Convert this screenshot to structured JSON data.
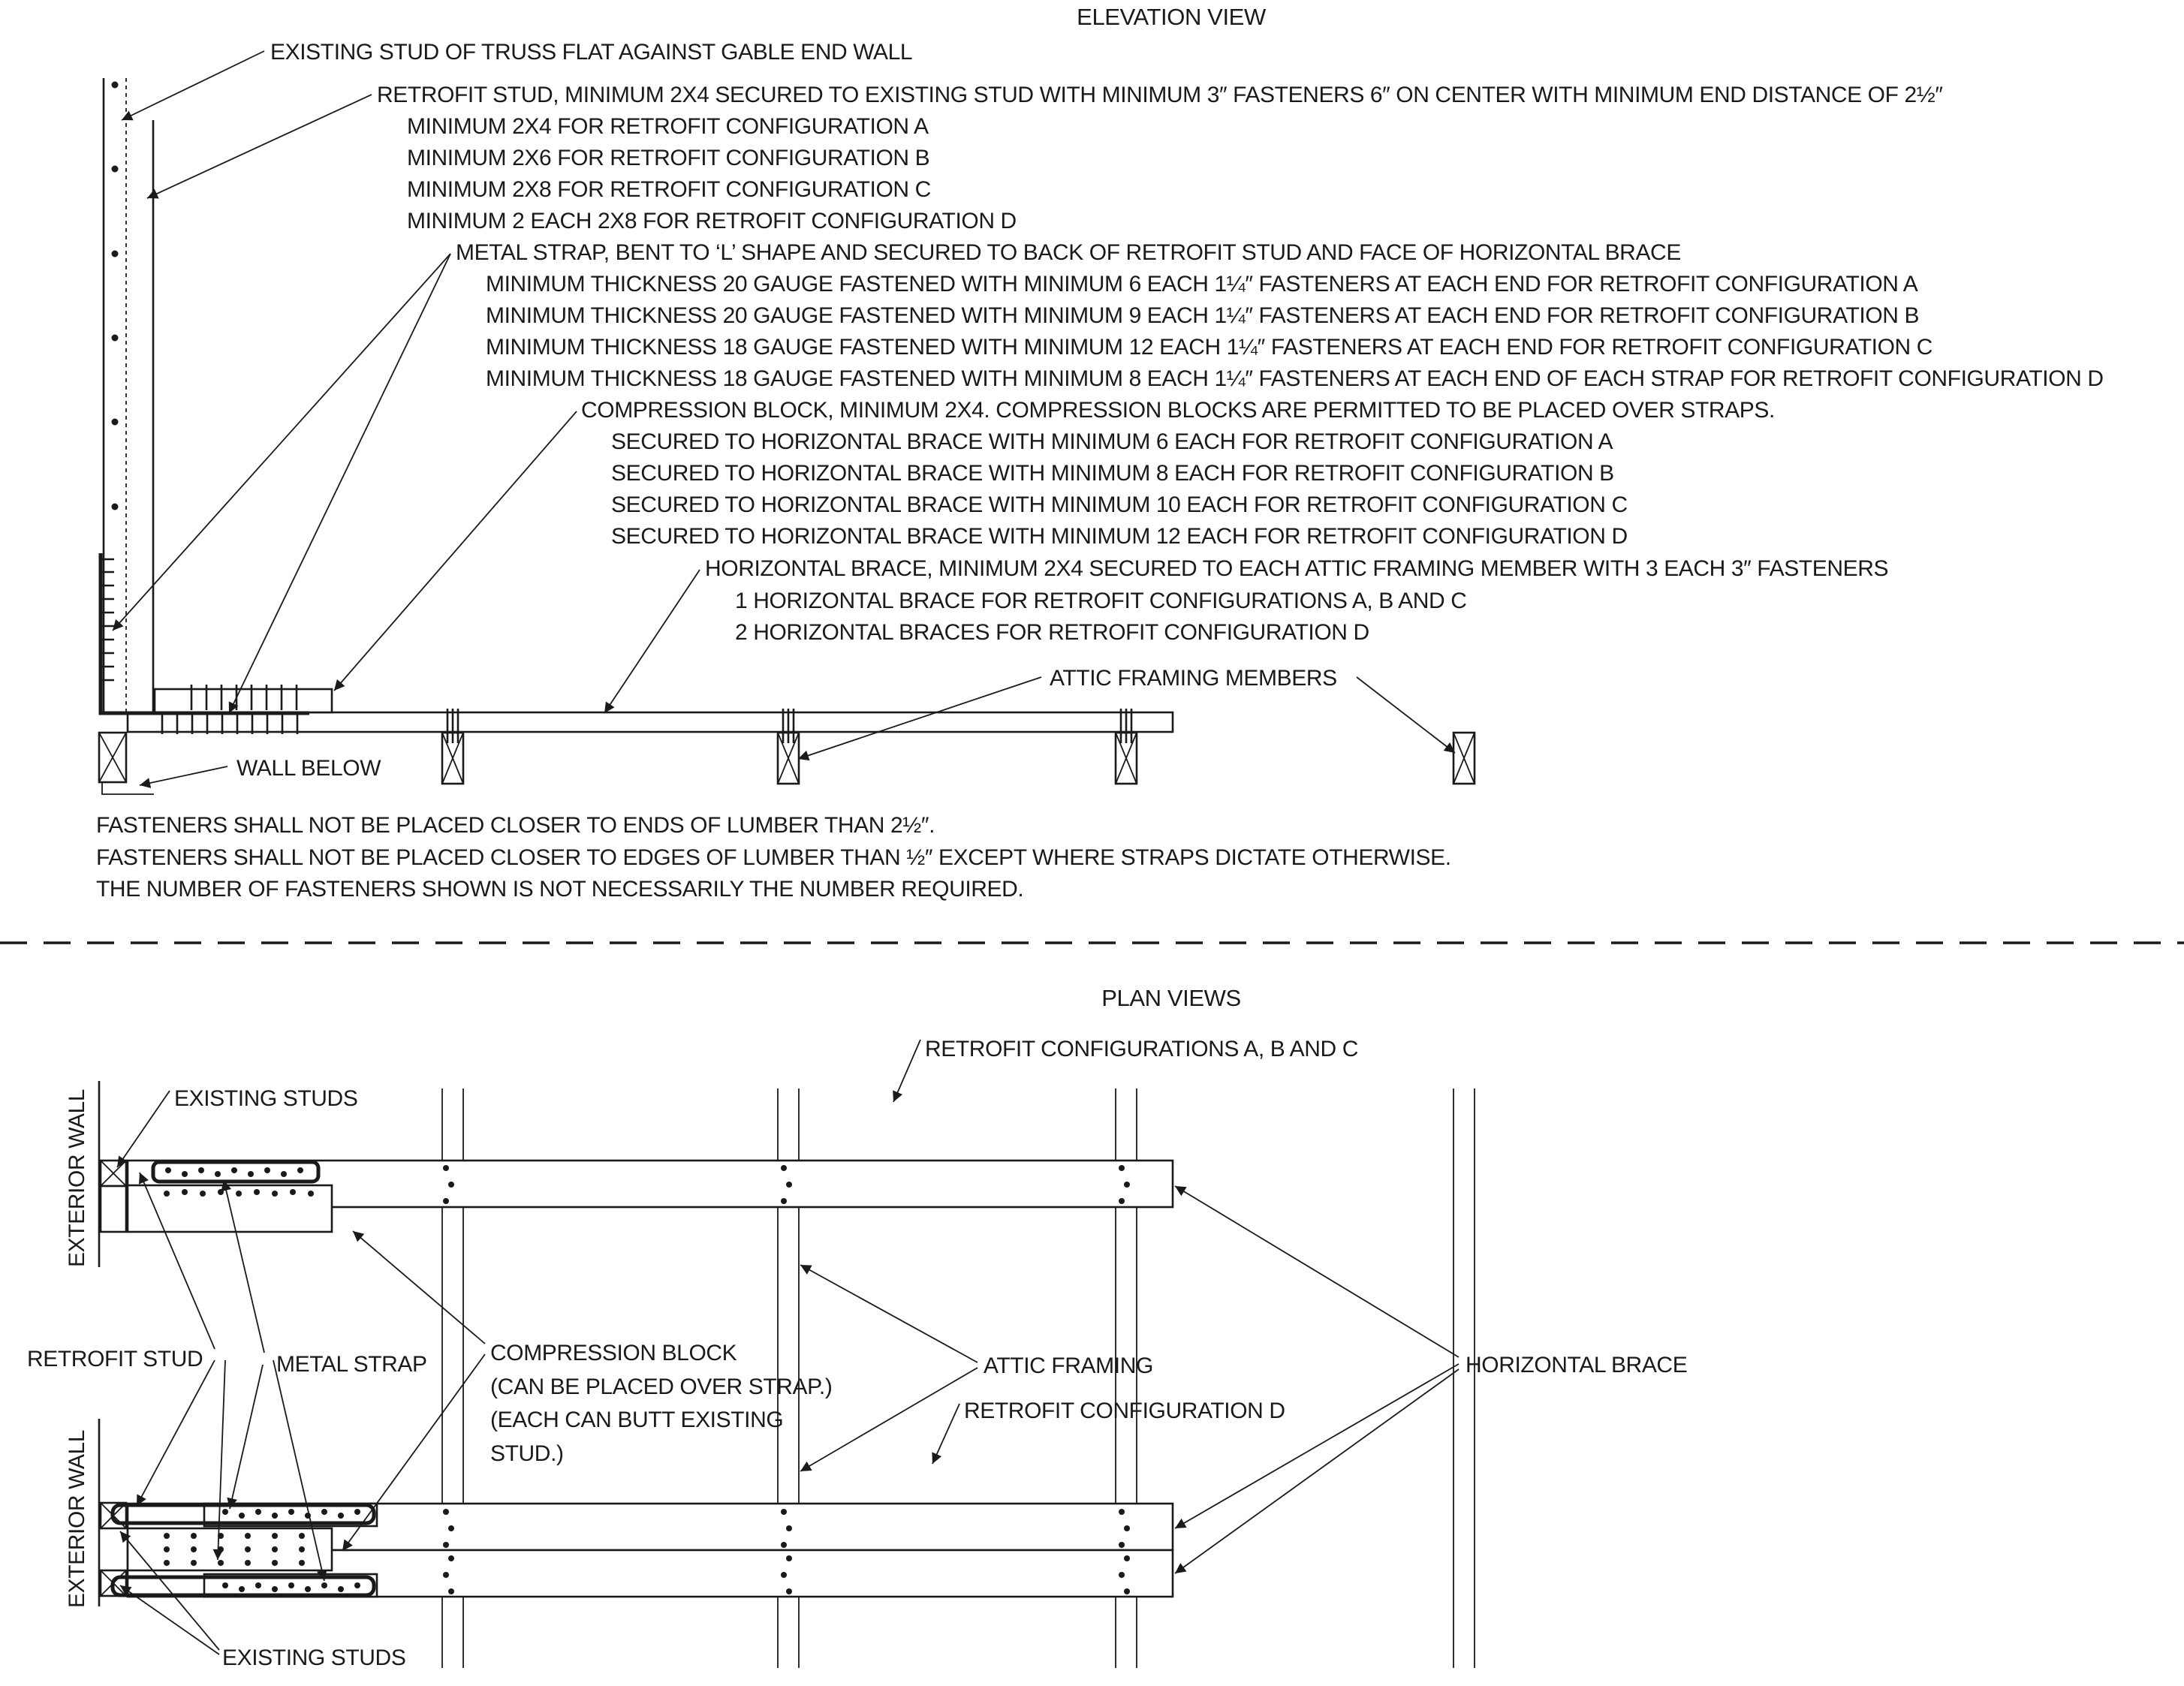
{
  "elevation": {
    "title": "ELEVATION VIEW",
    "lines": [
      {
        "id": "existing-stud",
        "text": "EXISTING STUD OF TRUSS FLAT AGAINST GABLE END WALL"
      },
      {
        "id": "retrofit-stud",
        "text": "RETROFIT STUD, MINIMUM 2X4 SECURED TO EXISTING STUD WITH MINIMUM 3″ FASTENERS 6″ ON CENTER WITH MINIMUM END DISTANCE OF 2½″"
      },
      {
        "id": "stud-a",
        "text": "MINIMUM 2X4 FOR RETROFIT CONFIGURATION A"
      },
      {
        "id": "stud-b",
        "text": "MINIMUM 2X6 FOR RETROFIT CONFIGURATION B"
      },
      {
        "id": "stud-c",
        "text": "MINIMUM 2X8 FOR RETROFIT CONFIGURATION C"
      },
      {
        "id": "stud-d",
        "text": "MINIMUM 2 EACH 2X8 FOR RETROFIT CONFIGURATION D"
      },
      {
        "id": "metal-strap",
        "text": "METAL STRAP, BENT TO ‘L’ SHAPE AND SECURED TO BACK OF RETROFIT STUD AND FACE OF HORIZONTAL BRACE"
      },
      {
        "id": "strap-a",
        "text": "MINIMUM THICKNESS 20 GAUGE FASTENED WITH MINIMUM 6 EACH 1¼″ FASTENERS AT EACH END FOR RETROFIT CONFIGURATION A"
      },
      {
        "id": "strap-b",
        "text": "MINIMUM THICKNESS 20 GAUGE FASTENED WITH MINIMUM 9 EACH 1¼″ FASTENERS AT EACH END FOR RETROFIT CONFIGURATION B"
      },
      {
        "id": "strap-c",
        "text": "MINIMUM THICKNESS 18 GAUGE FASTENED WITH MINIMUM 12 EACH 1¼″ FASTENERS AT EACH END FOR RETROFIT CONFIGURATION C"
      },
      {
        "id": "strap-d",
        "text": "MINIMUM THICKNESS 18 GAUGE FASTENED WITH MINIMUM 8 EACH 1¼″ FASTENERS AT EACH END OF EACH STRAP FOR RETROFIT CONFIGURATION D"
      },
      {
        "id": "comp-block",
        "text": "COMPRESSION BLOCK, MINIMUM 2X4. COMPRESSION BLOCKS ARE PERMITTED TO BE PLACED OVER STRAPS."
      },
      {
        "id": "block-a",
        "text": "SECURED TO HORIZONTAL BRACE WITH MINIMUM 6 EACH FOR RETROFIT CONFIGURATION A"
      },
      {
        "id": "block-b",
        "text": "SECURED TO HORIZONTAL BRACE WITH MINIMUM 8 EACH FOR RETROFIT CONFIGURATION B"
      },
      {
        "id": "block-c",
        "text": "SECURED TO HORIZONTAL BRACE WITH MINIMUM 10 EACH FOR RETROFIT CONFIGURATION C"
      },
      {
        "id": "block-d",
        "text": "SECURED TO HORIZONTAL BRACE WITH MINIMUM 12 EACH FOR RETROFIT CONFIGURATION D"
      },
      {
        "id": "horiz-brace",
        "text": "HORIZONTAL BRACE, MINIMUM 2X4 SECURED TO EACH ATTIC FRAMING MEMBER WITH 3 EACH 3″ FASTENERS"
      },
      {
        "id": "brace-abc",
        "text": "1 HORIZONTAL BRACE FOR RETROFIT CONFIGURATIONS A, B AND C"
      },
      {
        "id": "brace-d",
        "text": "2 HORIZONTAL BRACES FOR RETROFIT CONFIGURATION D"
      }
    ],
    "attic_framing_members": "ATTIC FRAMING MEMBERS",
    "wall_below": "WALL BELOW",
    "notes": [
      "FASTENERS SHALL NOT BE PLACED CLOSER TO ENDS OF LUMBER THAN 2½″.",
      "FASTENERS SHALL NOT BE PLACED CLOSER TO EDGES OF LUMBER THAN ½″ EXCEPT WHERE STRAPS DICTATE OTHERWISE.",
      "THE NUMBER OF FASTENERS SHOWN IS NOT NECESSARILY THE NUMBER REQUIRED."
    ]
  },
  "plan": {
    "title": "PLAN VIEWS",
    "config_abc": "RETROFIT CONFIGURATIONS A, B AND C",
    "config_d": "RETROFIT CONFIGURATION D",
    "exterior_wall": "EXTERIOR WALL",
    "existing_studs": "EXISTING STUDS",
    "retrofit_stud": "RETROFIT STUD",
    "metal_strap": "METAL STRAP",
    "compression_block": [
      "COMPRESSION BLOCK",
      "(CAN BE PLACED OVER STRAP.)",
      "(EACH CAN BUTT EXISTING",
      "STUD.)"
    ],
    "attic_framing": "ATTIC FRAMING",
    "horizontal_brace": "HORIZONTAL BRACE"
  }
}
